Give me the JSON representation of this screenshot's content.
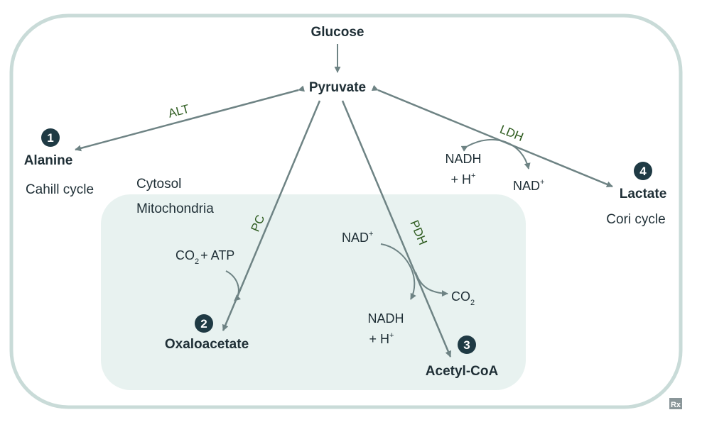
{
  "metabolites": {
    "glucose": "Glucose",
    "pyruvate": "Pyruvate",
    "alanine": "Alanine",
    "lactate": "Lactate",
    "oxaloacetate": "Oxaloacetate",
    "acetyl_coa": "Acetyl-CoA"
  },
  "cycles": {
    "cahill": "Cahill cycle",
    "cori": "Cori cycle"
  },
  "compartments": {
    "cytosol": "Cytosol",
    "mitochondria": "Mitochondria"
  },
  "enzymes": {
    "alt": "ALT",
    "ldh": "LDH",
    "pc": "PC",
    "pdh": "PDH"
  },
  "cofactors": {
    "ldh_nadh": "NADH",
    "ldh_h": "+ H",
    "ldh_nad": "NAD",
    "pc_co2": "CO",
    "pc_co2_sub": "2",
    "pc_atp": "+ ATP",
    "pdh_nad": "NAD",
    "pdh_co2": "CO",
    "pdh_co2_sub": "2",
    "pdh_nadh": "NADH",
    "pdh_h": "+ H",
    "plus_sign": "+"
  },
  "step_numbers": {
    "alanine": "1",
    "oxaloacetate": "2",
    "acetyl_coa": "3",
    "lactate": "4"
  },
  "watermark": "Rx",
  "colors": {
    "cell_border": "#c9dbd8",
    "mito_fill": "#e8f2f0",
    "arrow": "#6e8384",
    "enzyme_text": "#2c5a1d",
    "number_circle": "#1f3a44"
  }
}
